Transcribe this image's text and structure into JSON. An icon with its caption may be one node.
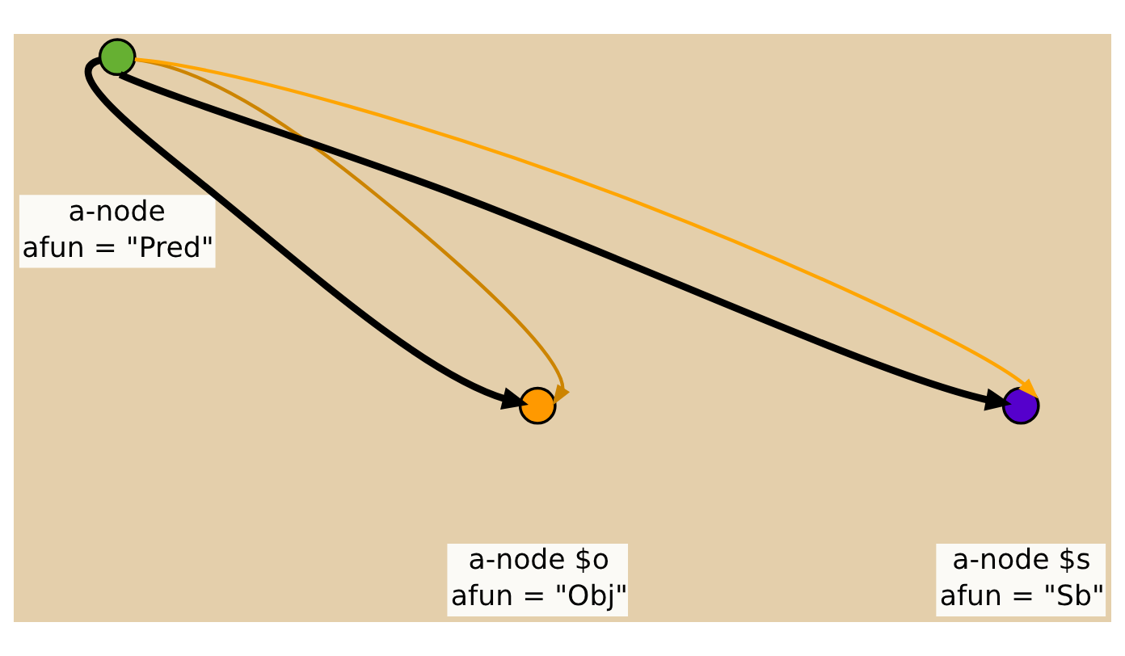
{
  "diagram": {
    "nodes": [
      {
        "text": [],
        "shape": "circle",
        "beside": [
          "a-node",
          "afun = \"Pred\""
        ]
      },
      {
        "text": [],
        "shape": "circle",
        "beside": [
          "a-node $o",
          "afun = \"Obj\""
        ]
      },
      {
        "text": [],
        "shape": "circle",
        "beside": [
          "a-node $s",
          "afun = \"Sb\""
        ]
      }
    ],
    "edges": [
      {
        "from": 0,
        "to": 1,
        "arrow": "to",
        "style": "thick"
      },
      {
        "from": 0,
        "to": 2,
        "arrow": "to",
        "style": "thick"
      },
      {
        "from": 0,
        "to": 1,
        "arrow": "to",
        "color": "#cc8400"
      },
      {
        "from": 0,
        "to": 2,
        "arrow": "to",
        "color": "#ffa500"
      }
    ]
  }
}
